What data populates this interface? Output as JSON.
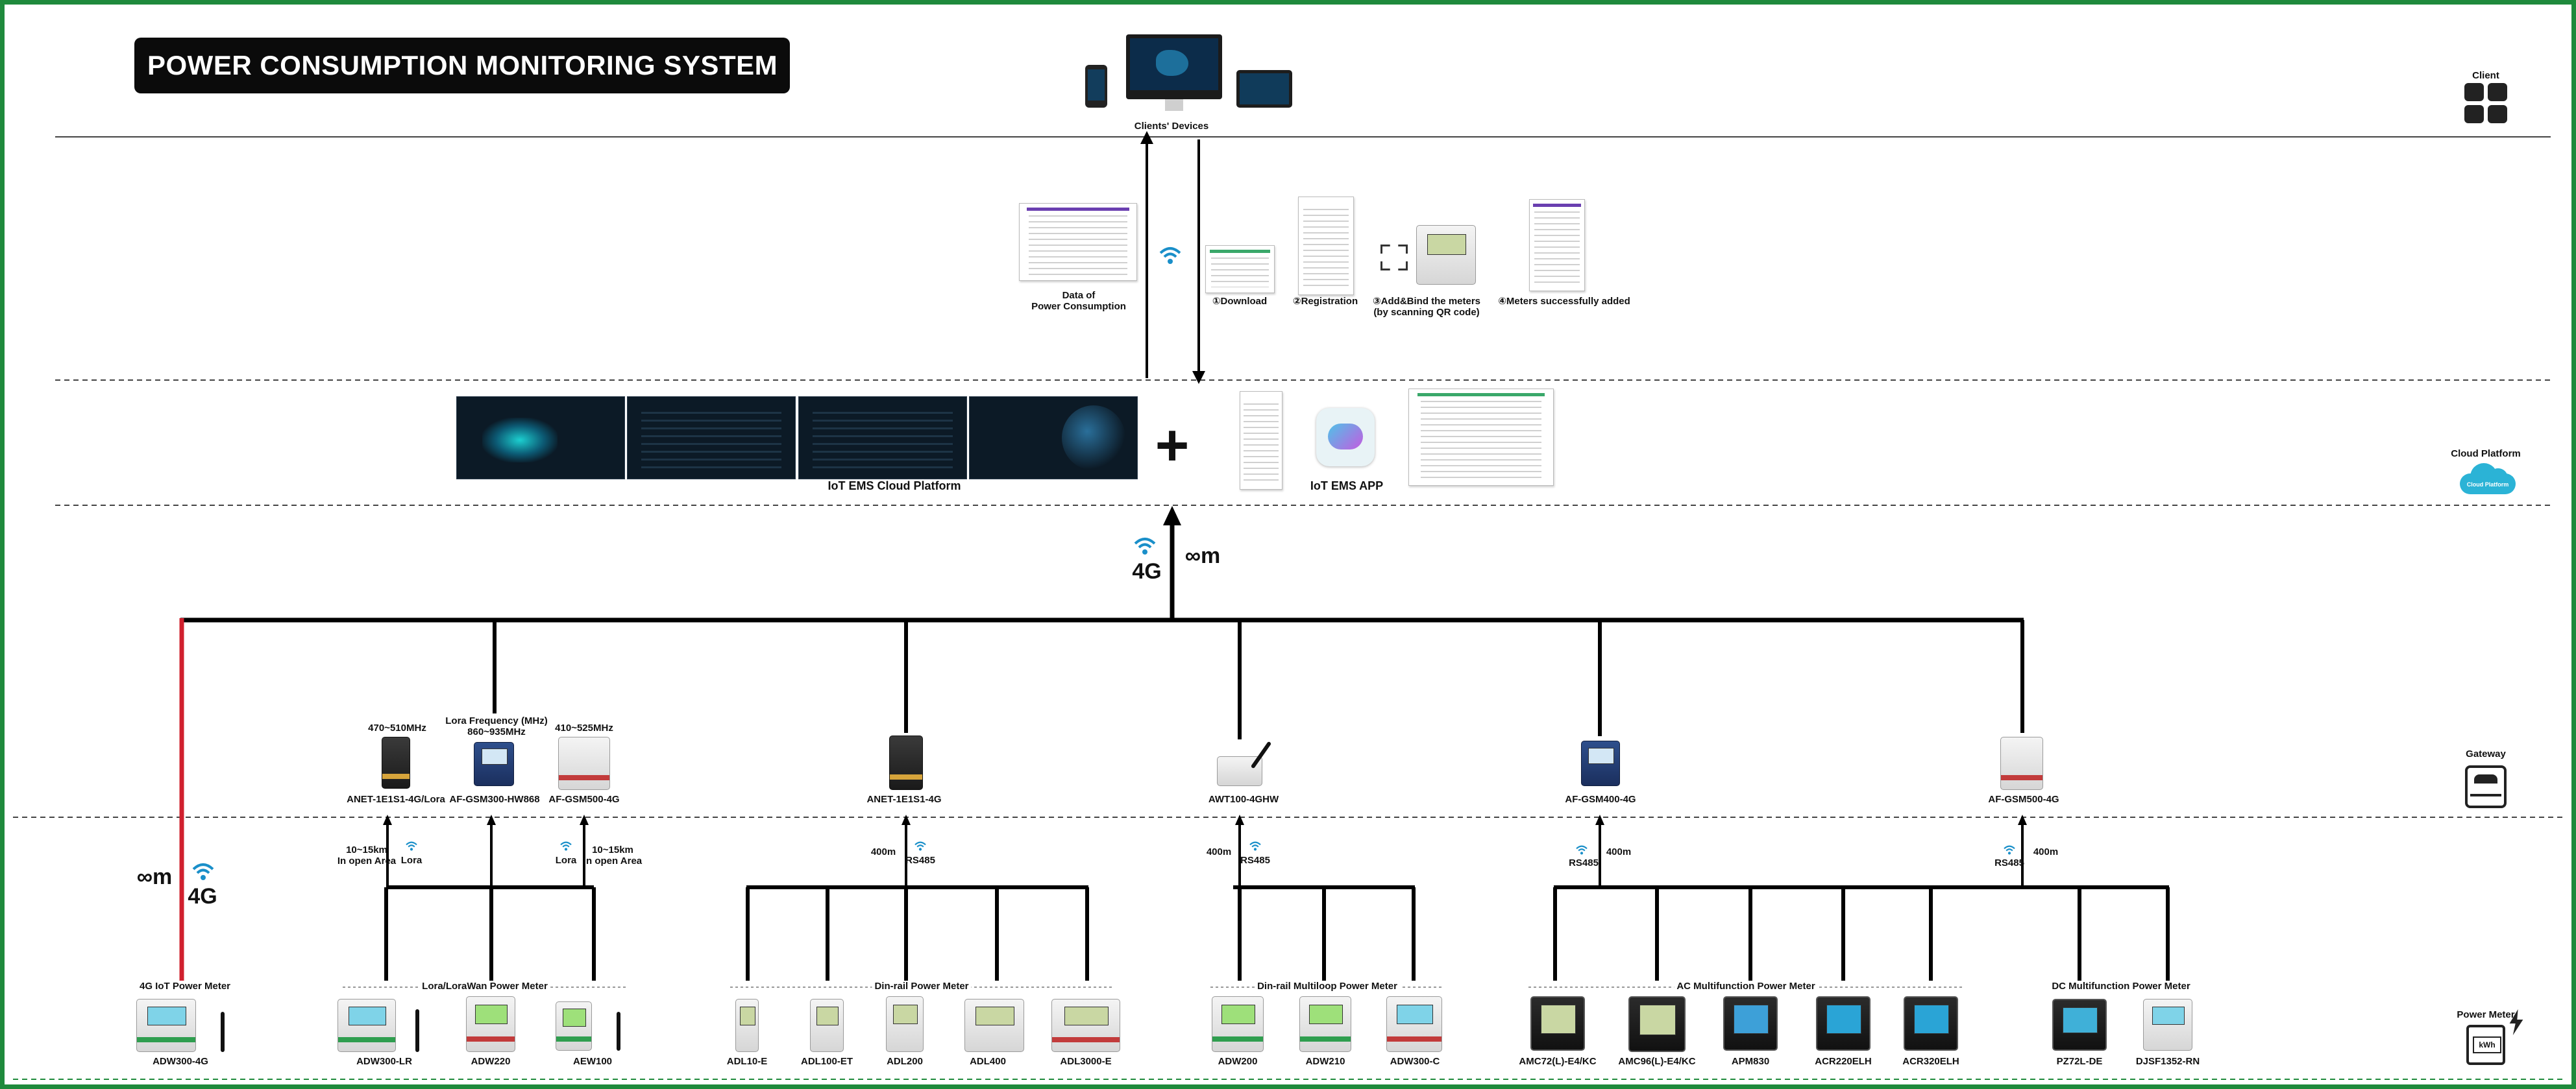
{
  "header": {
    "title": "POWER CONSUMPTION MONITORING SYSTEM",
    "devices_label": "Clients' Devices"
  },
  "layers": {
    "client": "Client",
    "cloud": "Cloud Platform",
    "cloud_badge": "Cloud Platform",
    "gateway": "Gateway",
    "meter": "Power Meter",
    "meter_badge": "kWh"
  },
  "app_steps": {
    "data": "Data of\nPower Consumption",
    "download": "①Download",
    "registration": "②Registration",
    "bind": "③Add&Bind the meters\n(by scanning QR code)",
    "added": "④Meters successfully added"
  },
  "cloud": {
    "platform_label": "IoT EMS Cloud Platform",
    "app_label": "IoT EMS APP",
    "plus": "+"
  },
  "uplink": {
    "net": "4G",
    "range": "∞m"
  },
  "left_link": {
    "net": "4G",
    "range": "∞m"
  },
  "gateways": [
    {
      "id": "g1",
      "name": "ANET-1E1S1-4G/Lora",
      "freq": "470~510MHz"
    },
    {
      "id": "g2",
      "name": "AF-GSM300-HW868",
      "freq": "Lora Frequency (MHz)\n860~935MHz"
    },
    {
      "id": "g3",
      "name": "AF-GSM500-4G",
      "freq": "410~525MHz"
    },
    {
      "id": "g4",
      "name": "ANET-1E1S1-4G",
      "freq": ""
    },
    {
      "id": "g5",
      "name": "AWT100-4GHW",
      "freq": ""
    },
    {
      "id": "g6",
      "name": "AF-GSM400-4G",
      "freq": ""
    },
    {
      "id": "g7",
      "name": "AF-GSM500-4G",
      "freq": ""
    }
  ],
  "links": {
    "lora_left_range": "10~15km\nIn open Area",
    "lora_left_proto": "Lora",
    "lora_right_range": "10~15km\nIn open Area",
    "lora_right_proto": "Lora",
    "g4_range": "400m",
    "g4_proto": "RS485",
    "g5_range": "400m",
    "g5_proto": "RS485",
    "g6_proto": "RS485",
    "g6_range": "400m",
    "g7_proto": "RS485",
    "g7_range": "400m"
  },
  "meter_groups": [
    {
      "title": "4G IoT Power Meter"
    },
    {
      "title": "Lora/LoraWan Power Meter"
    },
    {
      "title": "Din-rail Power Meter"
    },
    {
      "title": "Din-rail Multiloop Power Meter"
    },
    {
      "title": "AC Multifunction Power Meter"
    },
    {
      "title": "DC Multifunction Power Meter"
    }
  ],
  "meters": [
    {
      "id": "m1",
      "name": "ADW300-4G"
    },
    {
      "id": "m2",
      "name": "ADW300-LR"
    },
    {
      "id": "m3",
      "name": "ADW220"
    },
    {
      "id": "m4",
      "name": "AEW100"
    },
    {
      "id": "m5",
      "name": "ADL10-E"
    },
    {
      "id": "m6",
      "name": "ADL100-ET"
    },
    {
      "id": "m7",
      "name": "ADL200"
    },
    {
      "id": "m8",
      "name": "ADL400"
    },
    {
      "id": "m9",
      "name": "ADL3000-E"
    },
    {
      "id": "m10",
      "name": "ADW200"
    },
    {
      "id": "m11",
      "name": "ADW210"
    },
    {
      "id": "m12",
      "name": "ADW300-C"
    },
    {
      "id": "m13",
      "name": "AMC72(L)-E4/KC"
    },
    {
      "id": "m14",
      "name": "AMC96(L)-E4/KC"
    },
    {
      "id": "m15",
      "name": "APM830"
    },
    {
      "id": "m16",
      "name": "ACR220ELH"
    },
    {
      "id": "m17",
      "name": "ACR320ELH"
    },
    {
      "id": "m18",
      "name": "PZ72L-DE"
    },
    {
      "id": "m19",
      "name": "DJSF1352-RN"
    }
  ],
  "colors": {
    "frame": "#1f8a3c",
    "wire": "#000000",
    "red_link": "#d0202e",
    "wifi": "#1a8fc9"
  }
}
